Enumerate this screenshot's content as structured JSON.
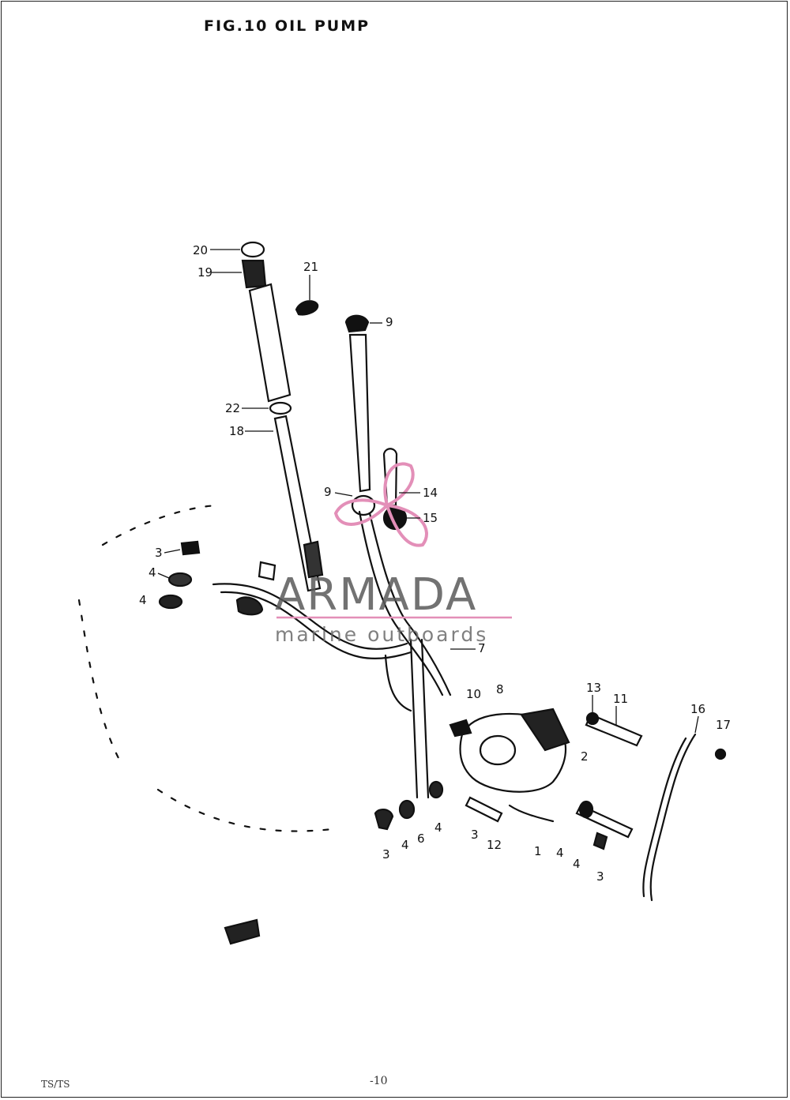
{
  "title": "FIG.10  OIL PUMP",
  "footer": {
    "left": "TS/TS",
    "page": "-10"
  },
  "watermark": {
    "brand": "ARMADA",
    "tagline": "marine outboards",
    "logo": "propeller-logo",
    "brand_color": "#e38fb8"
  },
  "callouts": [
    "20",
    "19",
    "21",
    "9",
    "22",
    "18",
    "9",
    "14",
    "15",
    "3",
    "4",
    "4",
    "7",
    "10",
    "8",
    "13",
    "11",
    "16",
    "17",
    "2",
    "3",
    "4",
    "6",
    "4",
    "3",
    "12",
    "1",
    "4",
    "4",
    "3"
  ]
}
